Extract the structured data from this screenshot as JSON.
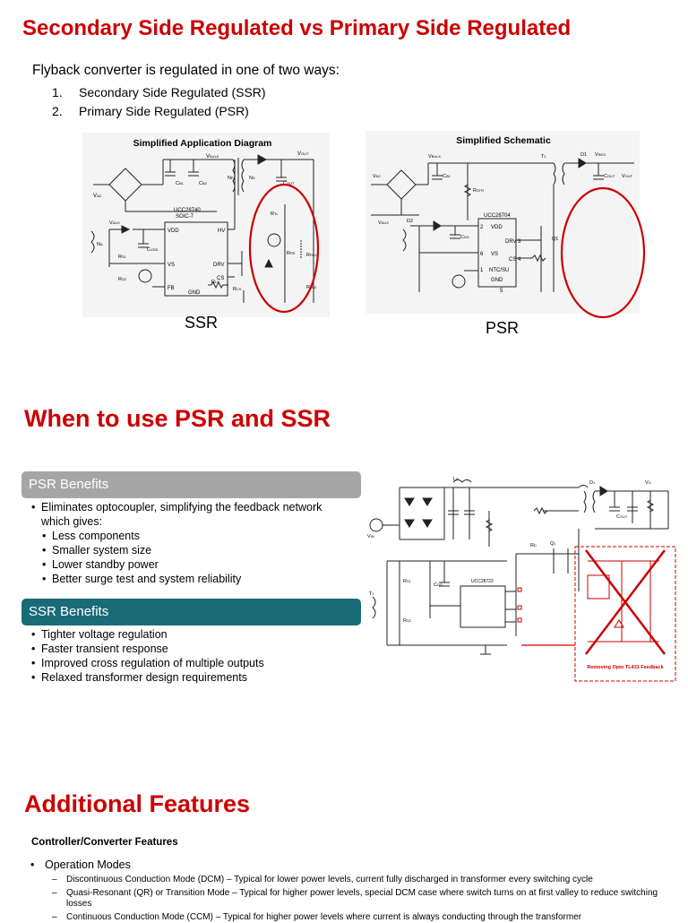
{
  "slide1": {
    "title": "Secondary Side Regulated vs Primary Side Regulated",
    "intro": "Flyback converter is regulated in one of two ways:",
    "list": [
      {
        "num": "1.",
        "text": "Secondary Side Regulated (SSR)"
      },
      {
        "num": "2.",
        "text": "Primary Side Regulated (PSR)"
      }
    ],
    "ssr_diagram": {
      "title": "Simplified Application Diagram",
      "ic_name": "UCC28740",
      "ic_pkg": "SOIC-7",
      "pins_left": [
        "VDD",
        "VS",
        "FB"
      ],
      "pins_right": [
        "HV",
        "DRV",
        "CS"
      ],
      "pin_bottom": "GND",
      "caption": "SSR"
    },
    "psr_diagram": {
      "title": "Simplified Schematic",
      "ic_name": "UCC28704",
      "pins_left": [
        "VDD",
        "VS",
        "NTC/SU"
      ],
      "pins_right": [
        "DRV",
        "CS"
      ],
      "pin_bottom": "GND",
      "pin_nums": [
        "2",
        "6",
        "1",
        "3",
        "4",
        "5"
      ],
      "caption": "PSR"
    }
  },
  "slide2": {
    "title": "When to use PSR and SSR",
    "psr_bar": "PSR Benefits",
    "psr_items": [
      {
        "text": "Eliminates optocoupler, simplifying the feedback network which gives:",
        "level": 0
      },
      {
        "text": "Less components",
        "level": 1
      },
      {
        "text": "Smaller system size",
        "level": 1
      },
      {
        "text": "Lower standby power",
        "level": 1
      },
      {
        "text": "Better surge test and system reliability",
        "level": 1
      }
    ],
    "ssr_bar": "SSR Benefits",
    "ssr_items": [
      "Tighter voltage regulation",
      "Faster transient response",
      "Improved cross regulation of multiple outputs",
      "Relaxed transformer design requirements"
    ],
    "schematic": {
      "ic_name": "UCC28722",
      "removal_label": "Removing Opto TL431 Feedback"
    }
  },
  "slide3": {
    "title": "Additional Features",
    "subtitle": "Controller/Converter Features",
    "bullet": "Operation Modes",
    "modes": [
      "Discontinuous Conduction Mode (DCM) – Typical for lower power levels, current fully discharged in transformer every switching cycle",
      "Quasi-Resonant (QR) or Transition Mode – Typical for higher power levels, special DCM case where switch turns on at first valley to reduce switching losses",
      "Continuous Conduction Mode (CCM) – Typical for higher power levels where current is always conducting through the transformer"
    ]
  },
  "colors": {
    "title_red": "#cc0000",
    "psr_bar": "#a6a6a6",
    "ssr_bar": "#1a6b78",
    "ellipse": "#cc0000"
  }
}
